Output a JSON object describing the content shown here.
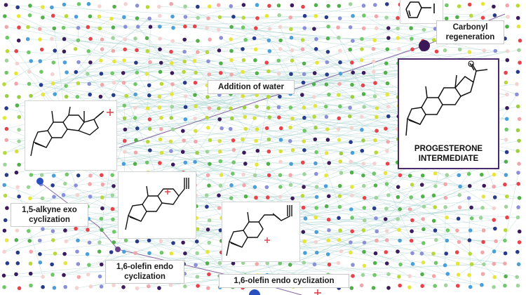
{
  "labels": {
    "carbonyl": [
      "Carbonyl",
      "regeneration"
    ],
    "water": "Addition of water",
    "alkyne_exo": [
      "1,5-alkyne exo",
      "cyclization"
    ],
    "olefin_endo_left": [
      "1,6-olefin endo",
      "cyclization"
    ],
    "olefin_endo_bottom": "1,6-olefin endo cyclization"
  },
  "progesterone": [
    "PROGESTERONE",
    "INTERMEDIATE"
  ],
  "colors": {
    "edge": "#9fcfca",
    "path": "#6a3f8a",
    "node_purple": "#3d1857",
    "node_blue": "#2a4fbf",
    "cation": "#d9323a",
    "palette": [
      "#52b04a",
      "#6fc767",
      "#4a9fd8",
      "#283a8a",
      "#3d1a5c",
      "#f2a6aa",
      "#e8434a",
      "#b8d83a",
      "#e6e63a",
      "#8a8fd8",
      "#f4d2d2",
      "#9ed49a"
    ]
  }
}
